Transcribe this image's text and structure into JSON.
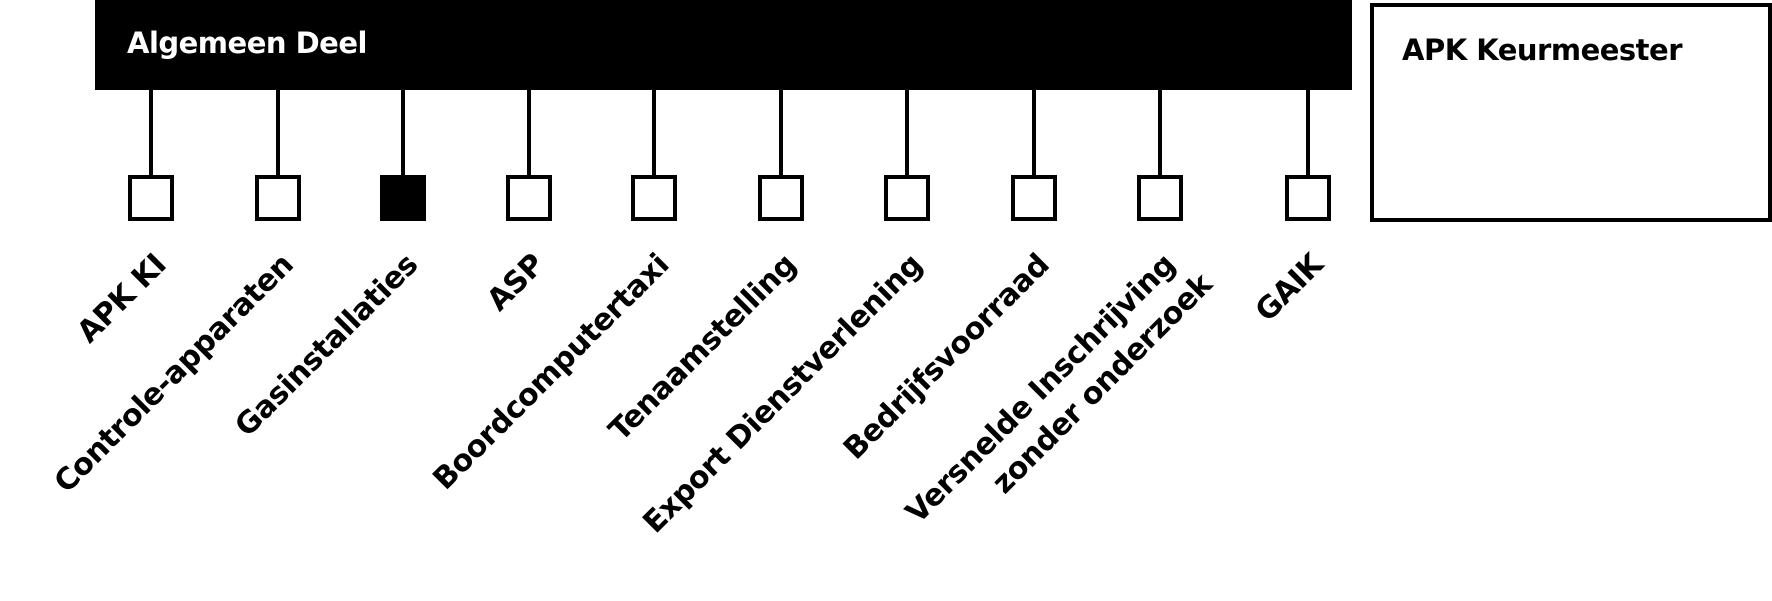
{
  "parent": {
    "label": "Algemeen Deel"
  },
  "side_box": {
    "label": "APK Keurmeester"
  },
  "children": [
    {
      "label": "APK KI",
      "selected": false
    },
    {
      "label": "Controle-apparaten",
      "selected": false
    },
    {
      "label": "Gasinstallaties",
      "selected": true
    },
    {
      "label": "ASP",
      "selected": false
    },
    {
      "label": "Boordcomputertaxi",
      "selected": false
    },
    {
      "label": "Tenaamstelling",
      "selected": false
    },
    {
      "label": "Export Dienstverlening",
      "selected": false
    },
    {
      "label": "Bedrijfsvoorraad",
      "selected": false
    },
    {
      "label": "Versnelde Inschrijving",
      "label2": "zonder onderzoek",
      "selected": false
    },
    {
      "label": "GAIK",
      "selected": false
    }
  ]
}
